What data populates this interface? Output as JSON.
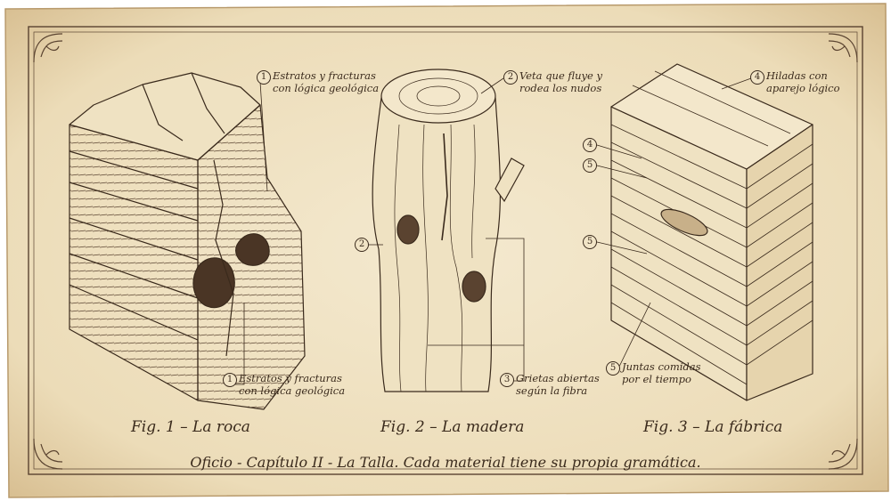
{
  "figures": [
    {
      "caption": "Fig. 1 – La roca"
    },
    {
      "caption": "Fig. 2 – La madera"
    },
    {
      "caption": "Fig. 3 – La fábrica"
    }
  ],
  "annotations": {
    "rock_top": {
      "num": "1",
      "text": "Estratos y fracturas\ncon lógica geológica"
    },
    "rock_bottom": {
      "num": "1",
      "text": "Estratos y fracturas\ncon lógica geológica"
    },
    "wood_top": {
      "num": "2",
      "text": "Veta que fluye y\nrodea los nudos"
    },
    "wood_left": {
      "num": "2"
    },
    "wood_bottom": {
      "num": "3",
      "text": "Grietas abiertas\nsegún la fibra"
    },
    "brick_top": {
      "num": "4",
      "text": "Hiladas con\naparejo lógico"
    },
    "brick_left_a": {
      "num": "4"
    },
    "brick_left_b": {
      "num": "5"
    },
    "brick_left_c": {
      "num": "5"
    },
    "brick_bottom": {
      "num": "5",
      "text": "Juntas comidas\npor el tiempo"
    }
  },
  "footer": {
    "text": "Oficio - Capítulo II - La Talla. Cada material tiene su propia gramática."
  },
  "colors": {
    "parchment": "#f1e4c6",
    "ink": "#3a2a1c"
  }
}
